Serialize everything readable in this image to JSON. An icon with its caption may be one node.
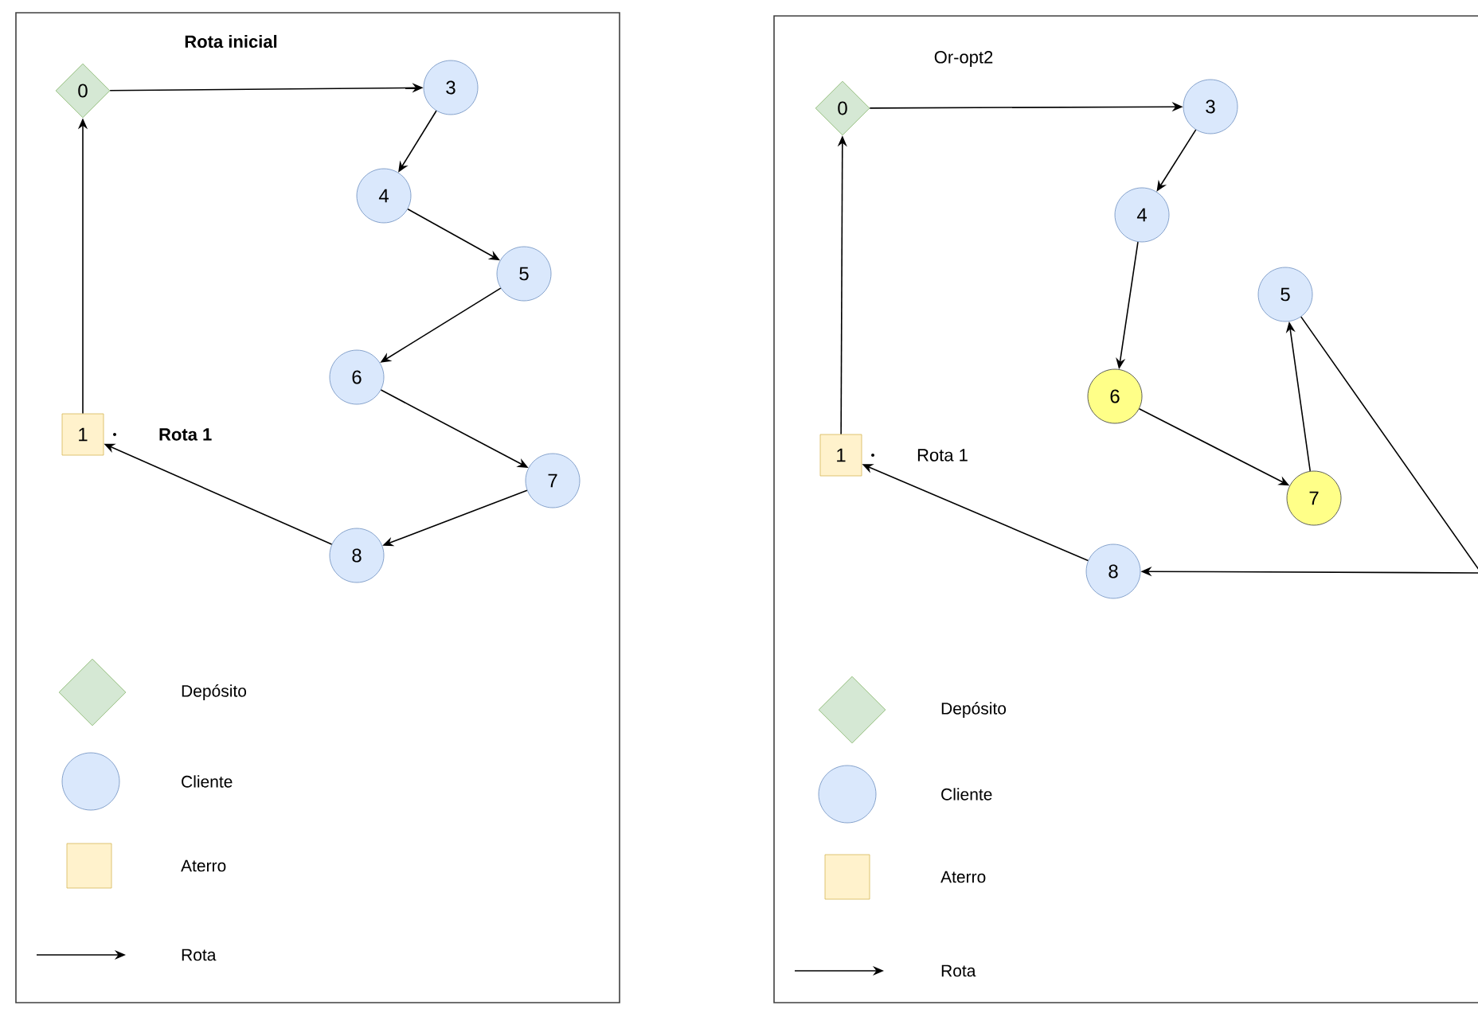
{
  "diagram": {
    "nodes": [
      {
        "text": [
          "Rota inicial"
        ]
      },
      {
        "text": [
          "0"
        ],
        "in": 0
      },
      {
        "text": [
          "3"
        ],
        "in": 0
      },
      {
        "text": [
          "4"
        ],
        "in": 0
      },
      {
        "text": [
          "5"
        ],
        "in": 0
      },
      {
        "text": [
          "6"
        ],
        "in": 0
      },
      {
        "text": [
          "1"
        ],
        "in": 0,
        "beside": [
          "Rota 1"
        ]
      },
      {
        "text": [
          "7"
        ],
        "in": 0
      },
      {
        "text": [
          "8"
        ],
        "in": 0
      },
      {
        "text": [
          "Or-opt2"
        ]
      },
      {
        "text": [
          "0"
        ],
        "in": 9
      },
      {
        "text": [
          "3"
        ],
        "in": 9
      },
      {
        "text": [
          "4"
        ],
        "in": 9
      },
      {
        "text": [
          "5"
        ],
        "in": 9
      },
      {
        "text": [
          "6"
        ],
        "in": 9
      },
      {
        "text": [
          "1"
        ],
        "in": 9,
        "beside": [
          "Rota 1"
        ]
      },
      {
        "text": [
          "7"
        ],
        "in": 9
      },
      {
        "text": [
          "8"
        ],
        "in": 9
      }
    ],
    "edges": [
      {
        "from": 1,
        "to": 2,
        "arrow": "to"
      },
      {
        "from": 2,
        "to": 3,
        "arrow": "to"
      },
      {
        "from": 3,
        "to": 4,
        "arrow": "to"
      },
      {
        "from": 4,
        "to": 5,
        "arrow": "to"
      },
      {
        "from": 5,
        "to": 7,
        "arrow": "to"
      },
      {
        "from": 7,
        "to": 8,
        "arrow": "to"
      },
      {
        "from": 8,
        "to": 6,
        "arrow": "to"
      },
      {
        "from": 6,
        "to": 1,
        "arrow": "to"
      },
      {
        "from": 10,
        "to": 11,
        "arrow": "to"
      },
      {
        "from": 11,
        "to": 12,
        "arrow": "to"
      },
      {
        "from": 12,
        "to": 14,
        "arrow": "to"
      },
      {
        "from": 14,
        "to": 16,
        "arrow": "to"
      },
      {
        "from": 16,
        "to": 13,
        "arrow": "to"
      },
      {
        "from": 13,
        "to": 17,
        "arrow": "to"
      },
      {
        "from": 17,
        "to": 15,
        "arrow": "to"
      },
      {
        "from": 15,
        "to": 10,
        "arrow": "to"
      }
    ],
    "legend": [
      {
        "text": "Depósito",
        "color": "#d5e8d4"
      },
      {
        "text": "Cliente",
        "color": "#dae8fc"
      },
      {
        "text": "Aterro",
        "color": "#fff2cc"
      },
      {
        "text": "Rota"
      },
      {
        "text": "Depósito",
        "color": "#d5e8d4"
      },
      {
        "text": "Cliente",
        "color": "#dae8fc"
      },
      {
        "text": "Aterro",
        "color": "#fff2cc"
      },
      {
        "text": "Rota"
      }
    ]
  }
}
